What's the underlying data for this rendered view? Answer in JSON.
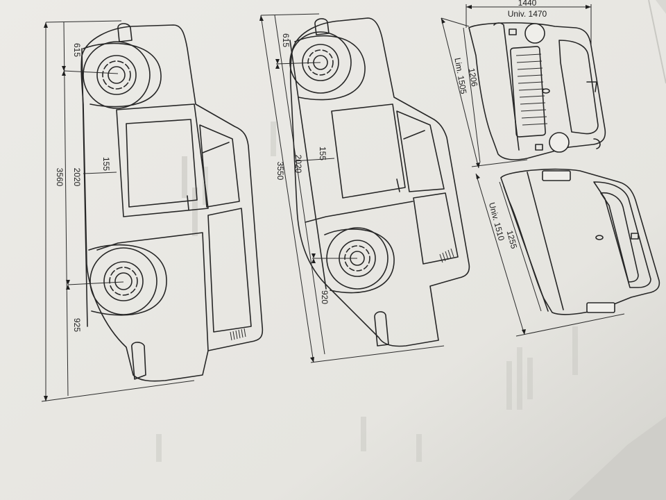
{
  "colors": {
    "paper": "#e9e8e3",
    "shadow": "#cfcec9",
    "ink": "#262626"
  },
  "car_a": {
    "front_overhang": "615",
    "wheelbase": "2020",
    "ground_clearance": "155",
    "total_length": "3560",
    "rear_overhang": "925"
  },
  "car_b": {
    "front_overhang": "615",
    "total_length": "3550",
    "wheelbase": "2020",
    "ground_clearance": "155",
    "rear_overhang": "920"
  },
  "front_view": {
    "width": "1440",
    "width_univ": "Univ. 1470",
    "height_lim": "Lim. 1505",
    "track": "1206"
  },
  "rear_view": {
    "height_univ": "Univ. 1510",
    "track": "1255"
  }
}
